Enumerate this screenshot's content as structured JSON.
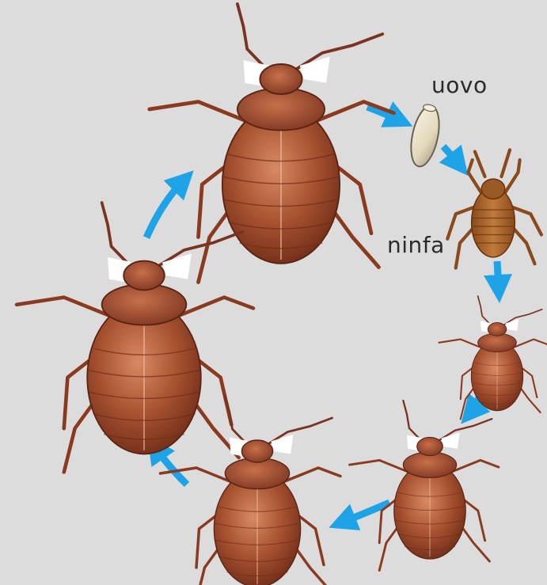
{
  "diagram": {
    "type": "life-cycle",
    "stage_labels": {
      "egg": "uovo",
      "nymph": "ninfa"
    },
    "colors": {
      "background": "#dcdcdc",
      "arrow": "#1ea4e6",
      "bug_body": "#a5502f",
      "bug_dark": "#6e2c18",
      "bug_light": "#d88a63",
      "nymph_body": "#b06a2e",
      "egg": "#e8e0c8"
    },
    "stages": [
      {
        "name": "egg"
      },
      {
        "name": "nymph"
      },
      {
        "name": "instar-small"
      },
      {
        "name": "instar-medium"
      },
      {
        "name": "instar-large"
      },
      {
        "name": "adult-left"
      },
      {
        "name": "adult-top"
      }
    ]
  }
}
